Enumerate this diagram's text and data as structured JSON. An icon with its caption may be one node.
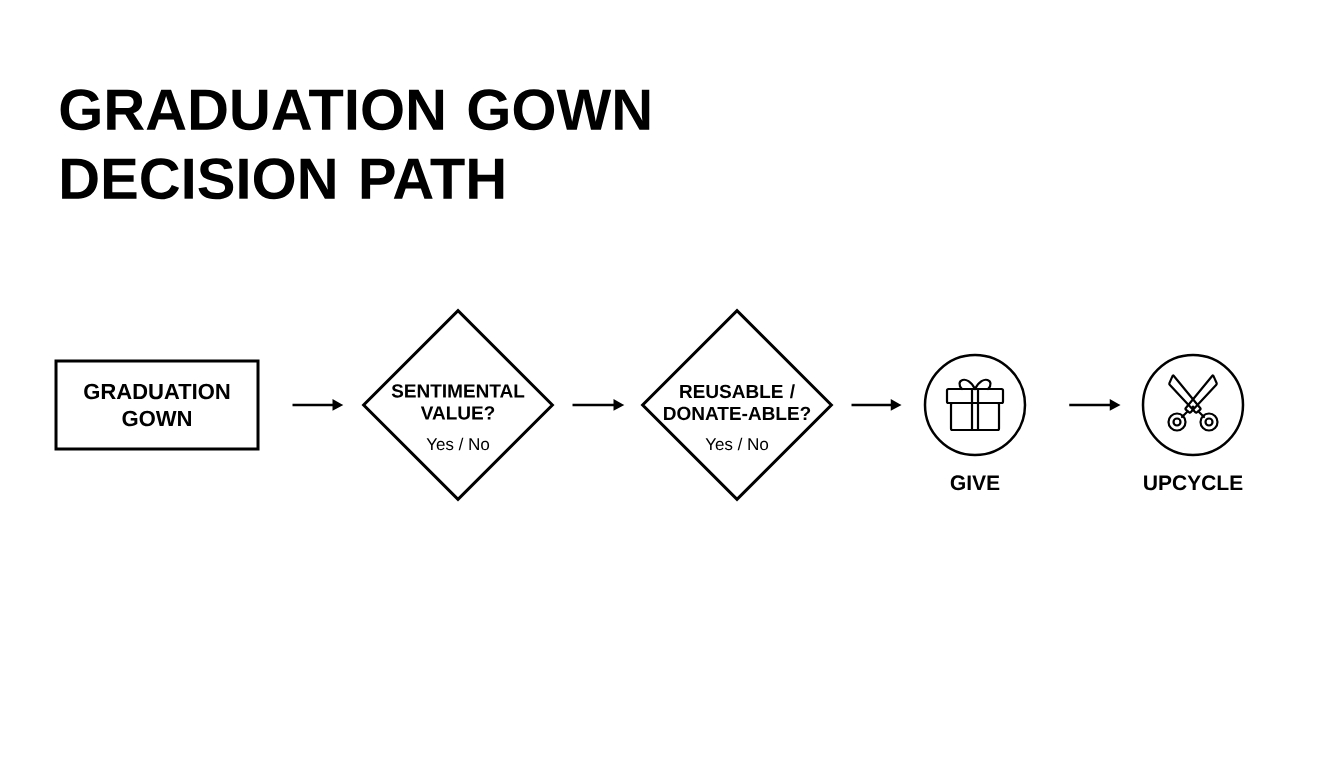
{
  "diagram": {
    "title": "GRADUATION GOWN DECISION PATH",
    "nodes": [
      {
        "text": [
          "GRADUATION GOWN"
        ]
      },
      {
        "text": [
          "SENTIMENTAL VALUE?",
          "Yes / No"
        ]
      },
      {
        "text": [
          "REUSABLE / DONATE-ABLE?",
          "Yes / No"
        ]
      },
      {
        "text": [
          "GIVE"
        ]
      },
      {
        "text": [
          "UPCYCLE"
        ]
      }
    ],
    "edges": [
      {
        "from": 0,
        "to": 1,
        "arrow": "to"
      },
      {
        "from": 1,
        "to": 2,
        "arrow": "to"
      },
      {
        "from": 2,
        "to": 3,
        "arrow": "to"
      },
      {
        "from": 3,
        "to": 4,
        "arrow": "to"
      }
    ]
  }
}
